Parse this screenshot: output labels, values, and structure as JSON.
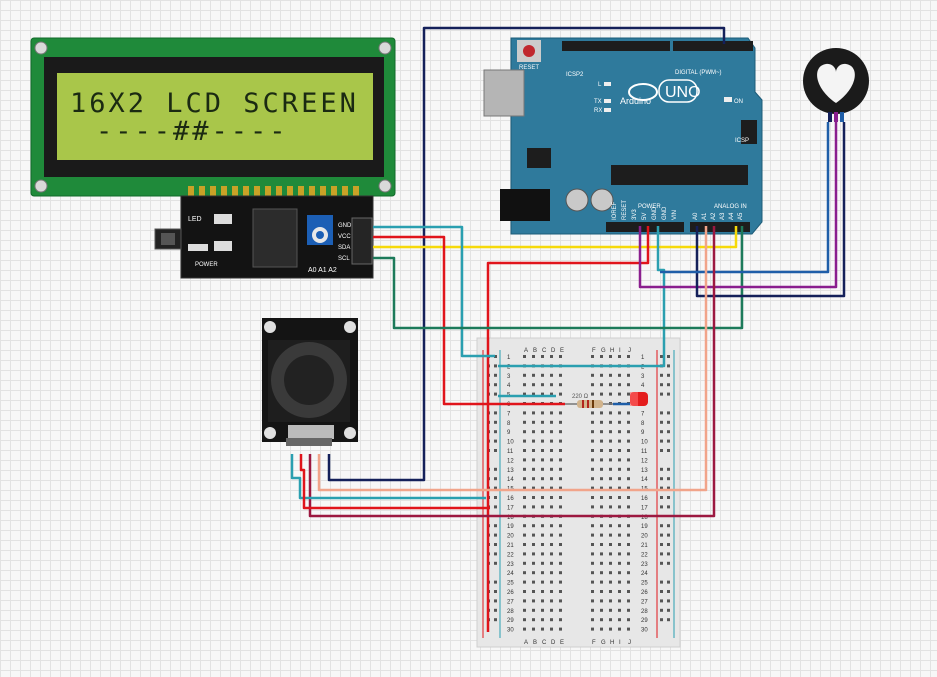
{
  "lcd": {
    "line1": "16X2 LCD SCREEN",
    "line2": "----##----"
  },
  "i2c": {
    "pins": [
      "GND",
      "VCC",
      "SDA",
      "SCL"
    ],
    "addr": "A0 A1 A2",
    "led": "LED",
    "power": "POWER"
  },
  "arduino": {
    "reset": "RESET",
    "icsp2": "ICSP2",
    "icsp": "ICSP",
    "digital": "DIGITAL (PWM~)",
    "uno": "UNO",
    "brand": "Arduino",
    "on": "ON",
    "l": "L",
    "tx": "TX",
    "rx": "RX",
    "power": "POWER",
    "analog": "ANALOG IN",
    "power_pins": [
      "IOREF",
      "RESET",
      "3V3",
      "5V",
      "GND",
      "GND",
      "VIN"
    ],
    "analog_pins": [
      "A0",
      "A1",
      "A2",
      "A3",
      "A4",
      "A5"
    ]
  },
  "breadboard": {
    "cols_left": [
      "A",
      "B",
      "C",
      "D",
      "E"
    ],
    "cols_right": [
      "F",
      "G",
      "H",
      "I",
      "J"
    ],
    "rows": 30
  },
  "resistor": {
    "label": "220 Ω"
  },
  "colors": {
    "lcd_green": "#9bc53d",
    "arduino_blue": "#2f7a9c",
    "wire_red": "#e0141b",
    "wire_yellow": "#f6d90a",
    "wire_teal": "#2a9fb0",
    "wire_darkgreen": "#1c7a5a",
    "wire_navy": "#14205a",
    "wire_purple": "#8a1f8e",
    "wire_crimson": "#9c1840",
    "wire_salmon": "#f1a48a",
    "wire_blue": "#1f5ea8"
  }
}
